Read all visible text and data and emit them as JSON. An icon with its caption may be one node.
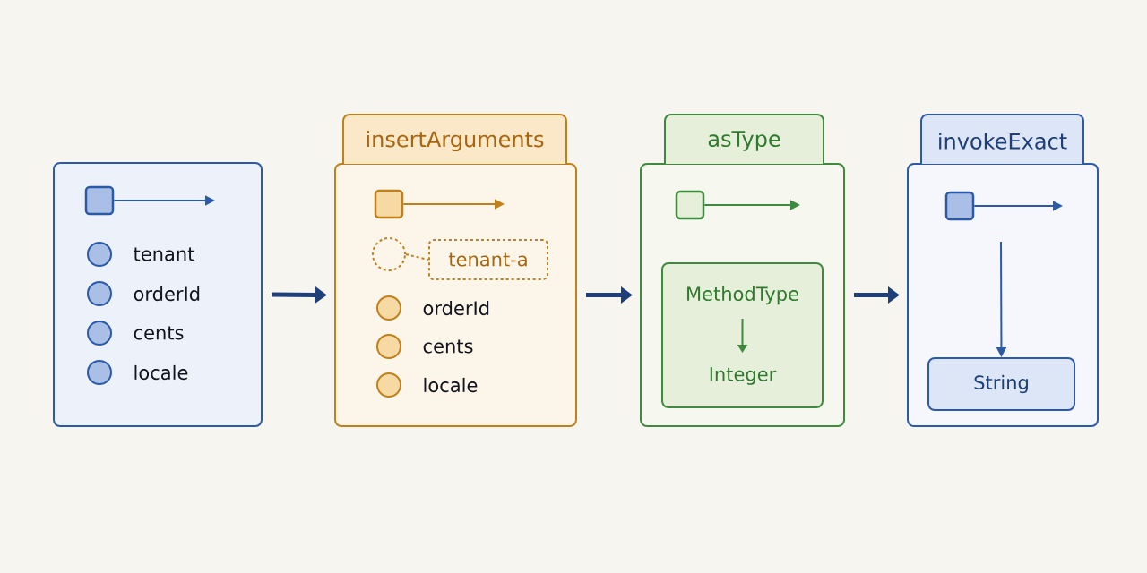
{
  "diagram": {
    "nodes": [
      {
        "text": [],
        "shape": "box"
      },
      {
        "text": [],
        "shape": "box",
        "in": 0
      },
      {
        "text": [],
        "shape": "circle",
        "in": 0,
        "beside": [
          "tenant"
        ]
      },
      {
        "text": [],
        "shape": "circle",
        "in": 0,
        "beside": [
          "orderId"
        ]
      },
      {
        "text": [],
        "shape": "circle",
        "in": 0,
        "beside": [
          "cents"
        ]
      },
      {
        "text": [],
        "shape": "circle",
        "in": 0,
        "beside": [
          "locale"
        ]
      },
      {
        "text": [
          "insertArguments"
        ]
      },
      {
        "text": [],
        "shape": "box",
        "in": 6
      },
      {
        "text": [],
        "shape": "circle",
        "in": 6
      },
      {
        "text": [
          "tenant-a"
        ],
        "in": 6
      },
      {
        "text": [],
        "shape": "circle",
        "in": 6,
        "beside": [
          "orderId"
        ]
      },
      {
        "text": [],
        "shape": "circle",
        "in": 6,
        "beside": [
          "cents"
        ]
      },
      {
        "text": [],
        "shape": "circle",
        "in": 6,
        "beside": [
          "locale"
        ]
      },
      {
        "text": [
          "asType"
        ]
      },
      {
        "text": [],
        "shape": "box",
        "in": 13
      },
      {
        "text": [
          "MethodType",
          "Integer"
        ],
        "in": 13
      },
      {
        "text": [
          "invokeExact"
        ]
      },
      {
        "text": [],
        "shape": "box",
        "in": 16
      },
      {
        "text": [
          "String"
        ],
        "in": 16
      }
    ],
    "edges": [
      {
        "from": 1,
        "to": null,
        "arrow": "to",
        "color": "#2b5aa8"
      },
      {
        "from": 7,
        "to": null,
        "arrow": "to",
        "color": "#c0801c"
      },
      {
        "from": 8,
        "to": 9,
        "arrow": "none",
        "style": "dashed",
        "color": "#c0801c"
      },
      {
        "from": 14,
        "to": null,
        "arrow": "to",
        "color": "#3f8a3f"
      },
      {
        "from": 17,
        "to": null,
        "arrow": "to",
        "color": "#2b5aa8"
      },
      {
        "from": null,
        "to": 18,
        "arrow": "to",
        "color": "#2b5aa8"
      },
      {
        "from": 0,
        "to": 6,
        "arrow": "to",
        "style": "thick",
        "color": "#1f3f7a"
      },
      {
        "from": 6,
        "to": 13,
        "arrow": "to",
        "style": "thick",
        "color": "#1f3f7a"
      },
      {
        "from": 13,
        "to": 16,
        "arrow": "to",
        "style": "thick",
        "color": "#1f3f7a"
      }
    ]
  }
}
